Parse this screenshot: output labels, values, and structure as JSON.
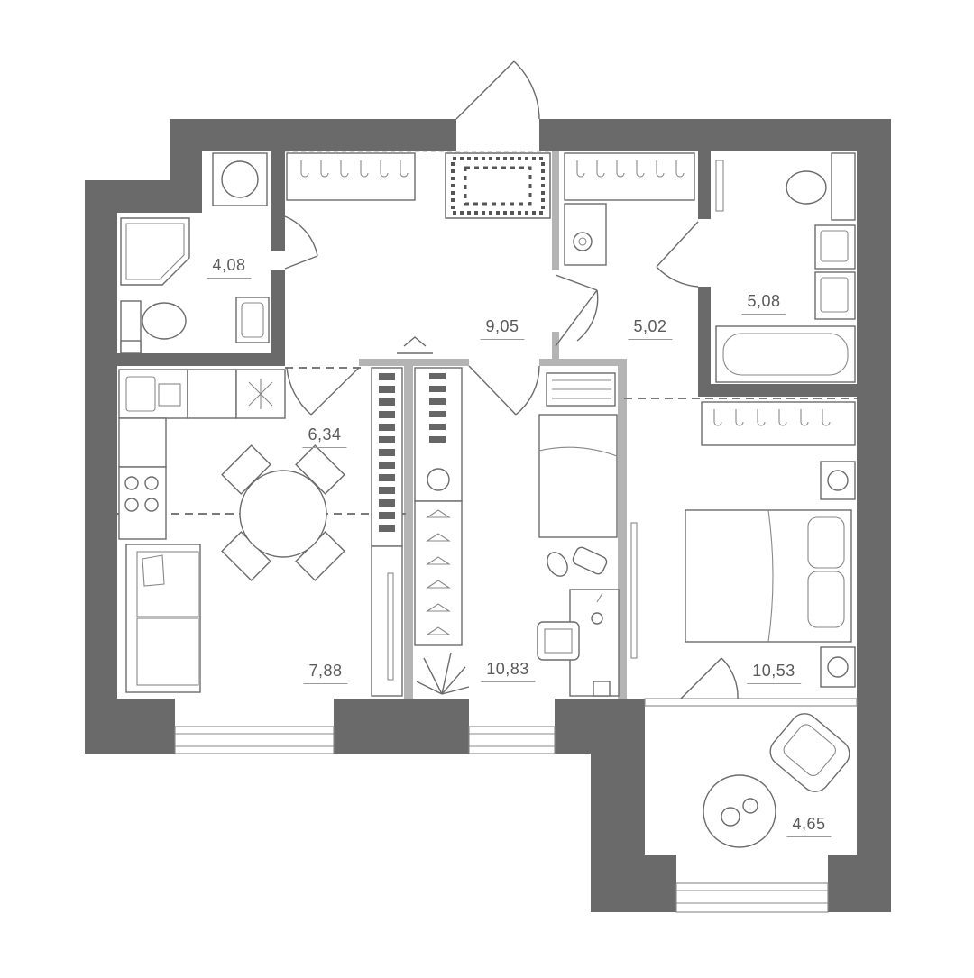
{
  "colors": {
    "wall": "#6a6a6a",
    "partition": "#b4b4b4",
    "line": "#6b6b6b",
    "label": "#5a5a5a",
    "background": "#ffffff"
  },
  "rooms": [
    {
      "id": "bathroom-left",
      "area": "4,08"
    },
    {
      "id": "hallway",
      "area": "9,05"
    },
    {
      "id": "corridor",
      "area": "5,02"
    },
    {
      "id": "bathroom-right",
      "area": "5,08"
    },
    {
      "id": "kitchen",
      "area": "6,34"
    },
    {
      "id": "living-room",
      "area": "7,88"
    },
    {
      "id": "children-room",
      "area": "10,83"
    },
    {
      "id": "bedroom",
      "area": "10,53"
    },
    {
      "id": "balcony",
      "area": "4,65"
    }
  ],
  "icons": [
    "washing-machine-icon",
    "shower-icon",
    "toilet-icon",
    "sink-icon",
    "wardrobe-icon",
    "rug-icon",
    "plant-icon",
    "bathtub-icon",
    "kitchen-sink-icon",
    "stove-icon",
    "dining-table-icon",
    "sofa-icon",
    "bed-icon",
    "desk-icon",
    "armchair-icon",
    "door-icon",
    "window-icon",
    "hanger-icon",
    "toy-car-icon",
    "bookshelf-icon"
  ]
}
